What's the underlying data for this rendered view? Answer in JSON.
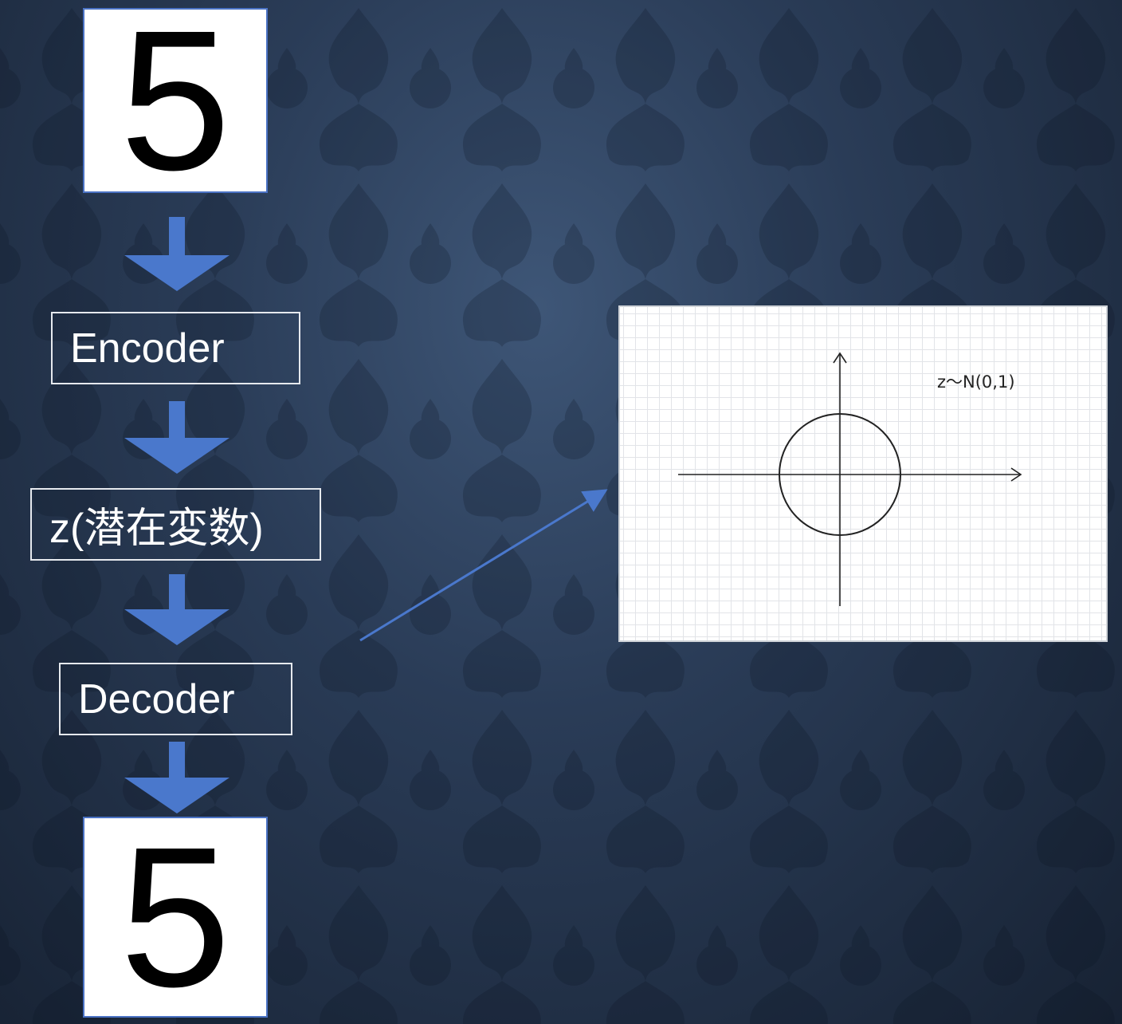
{
  "input_digit": "5",
  "output_digit": "5",
  "encoder_label": "Encoder",
  "latent_label": "z(潜在変数)",
  "decoder_label": "Decoder",
  "distribution_label": "z〜N(0,1)",
  "colors": {
    "background": "#2a3c57",
    "flow_arrow": "#4a78cc",
    "box_border": "#e6e9ee",
    "digit_border": "#4a72c4"
  }
}
